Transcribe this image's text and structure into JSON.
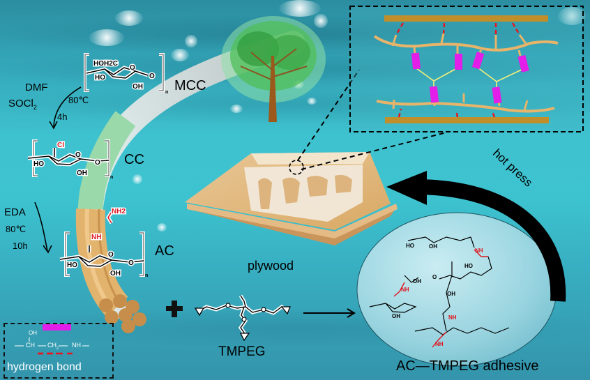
{
  "scheme": {
    "steps": [
      {
        "id": "mcc",
        "label": "MCC",
        "group_top": "HOH2C",
        "group_ring": [
          "O",
          "O",
          "HO",
          "OH"
        ],
        "subscript": "n"
      },
      {
        "id": "cc",
        "label": "CC",
        "group_top": "Cl",
        "group_ring": [
          "O",
          "O",
          "HO",
          "OH"
        ],
        "subscript": "n"
      },
      {
        "id": "ac",
        "label": "AC",
        "group_top": "NH2",
        "group_mid": "NH",
        "group_ring": [
          "O",
          "O",
          "HO",
          "OH"
        ],
        "subscript": "n"
      }
    ],
    "reaction1": {
      "reagent1": "DMF",
      "reagent2": "SOCl",
      "reagent2_sub": "2",
      "temp": "80℃",
      "time": "4h"
    },
    "reaction2": {
      "reagent": "EDA",
      "temp": "80℃",
      "time": "10h"
    },
    "plus": "+",
    "crosslinker": {
      "label": "TMPEG",
      "atom": "O"
    },
    "product": {
      "label": "AC—TMPEG adhesive",
      "atoms": [
        "HO",
        "OH",
        "NH",
        "OH",
        "HO",
        "OH",
        "O",
        "OH",
        "NH",
        "O"
      ]
    },
    "plywood_label": "plywood",
    "hot_press_label": "hot press",
    "legend": {
      "formula": {
        "oh": "OH",
        "ch": "CH",
        "ch2": "CH",
        "ch2_sub": "2",
        "nh": "NH"
      },
      "hbond_label": "hydrogen bond"
    },
    "colors": {
      "hbond_red": "#e8141e",
      "covalent_magenta": "#e21ee8",
      "fiber_tan": "#e8b46a",
      "wood_plate": "#c18e2c",
      "link_yellow": "#f3f07c",
      "chem_red": "#e0141e",
      "fiber_green": "#8ed9a0"
    }
  }
}
